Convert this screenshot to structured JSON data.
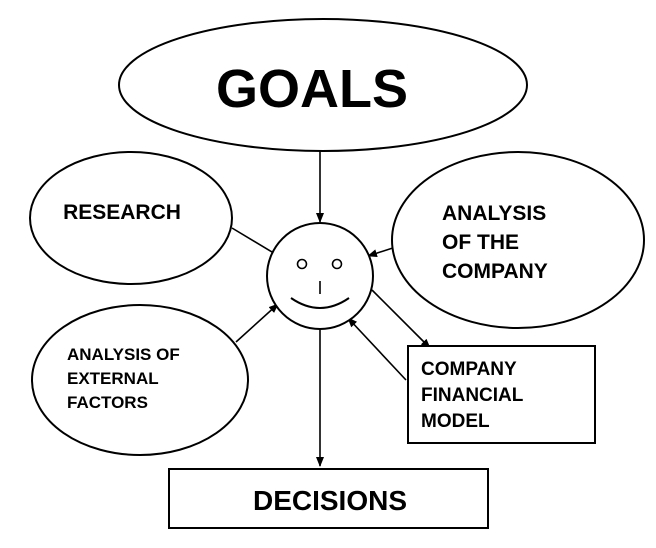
{
  "goals": {
    "label": "GOALS"
  },
  "research": {
    "label": "RESEARCH"
  },
  "analysis_company": {
    "lines": [
      "ANALYSIS",
      "OF THE",
      "COMPANY"
    ]
  },
  "analysis_external": {
    "lines": [
      "ANALYSIS OF",
      "EXTERNAL",
      "FACTORS"
    ]
  },
  "financial_model": {
    "lines": [
      "COMPANY",
      "FINANCIAL",
      "MODEL"
    ]
  },
  "decisions": {
    "label": "DECISIONS"
  },
  "person": {
    "icon": "smiley-face-icon"
  }
}
